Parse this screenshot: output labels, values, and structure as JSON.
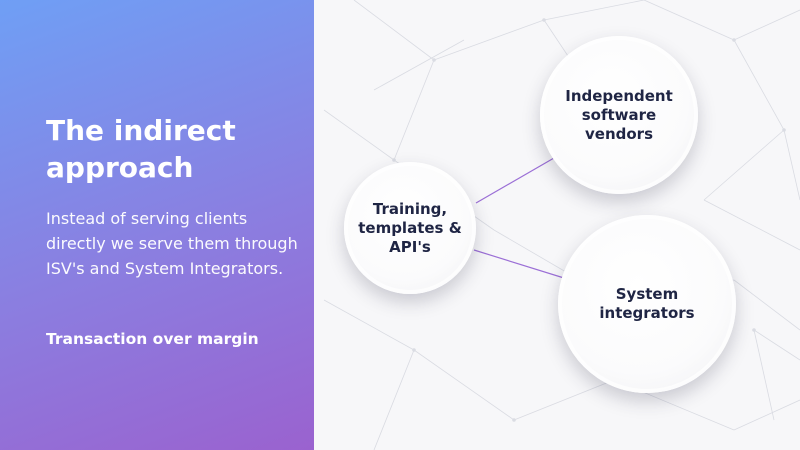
{
  "slide": {
    "title": "The indirect approach",
    "body": "Instead of serving clients directly we serve them through ISV's and System Integrators.",
    "tagline": "Transaction over margin"
  },
  "diagram": {
    "nodes": {
      "vendors": "Independent\nsoftware\nvendors",
      "training": "Training,\ntemplates &\nAPI's",
      "integrators": "System\nintegrators"
    },
    "edges": [
      {
        "from": "training",
        "to": "vendors"
      },
      {
        "from": "training",
        "to": "integrators"
      }
    ]
  },
  "colors": {
    "gradient_top": "#6f9ff5",
    "gradient_bottom": "#9a62cf",
    "connector": "#9b6fd6",
    "node_text": "#1f2544"
  }
}
